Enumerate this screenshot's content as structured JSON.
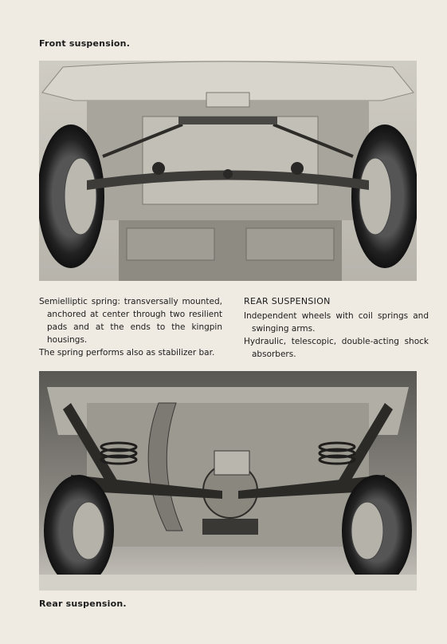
{
  "front": {
    "caption": "Front suspension.",
    "text": {
      "spring_desc": "Semielliptic spring: transversally mounted, anchored at center through two resilient pads and at the ends to the kingpin housings.",
      "stabilizer": "The spring performs also as stabilizer bar."
    }
  },
  "rear": {
    "heading": "REAR SUSPENSION",
    "text": {
      "wheels": "Independent wheels with coil springs and swinging arms.",
      "shocks": "Hydraulic, telescopic, double-acting shock absorbers."
    },
    "caption": "Rear suspension."
  }
}
